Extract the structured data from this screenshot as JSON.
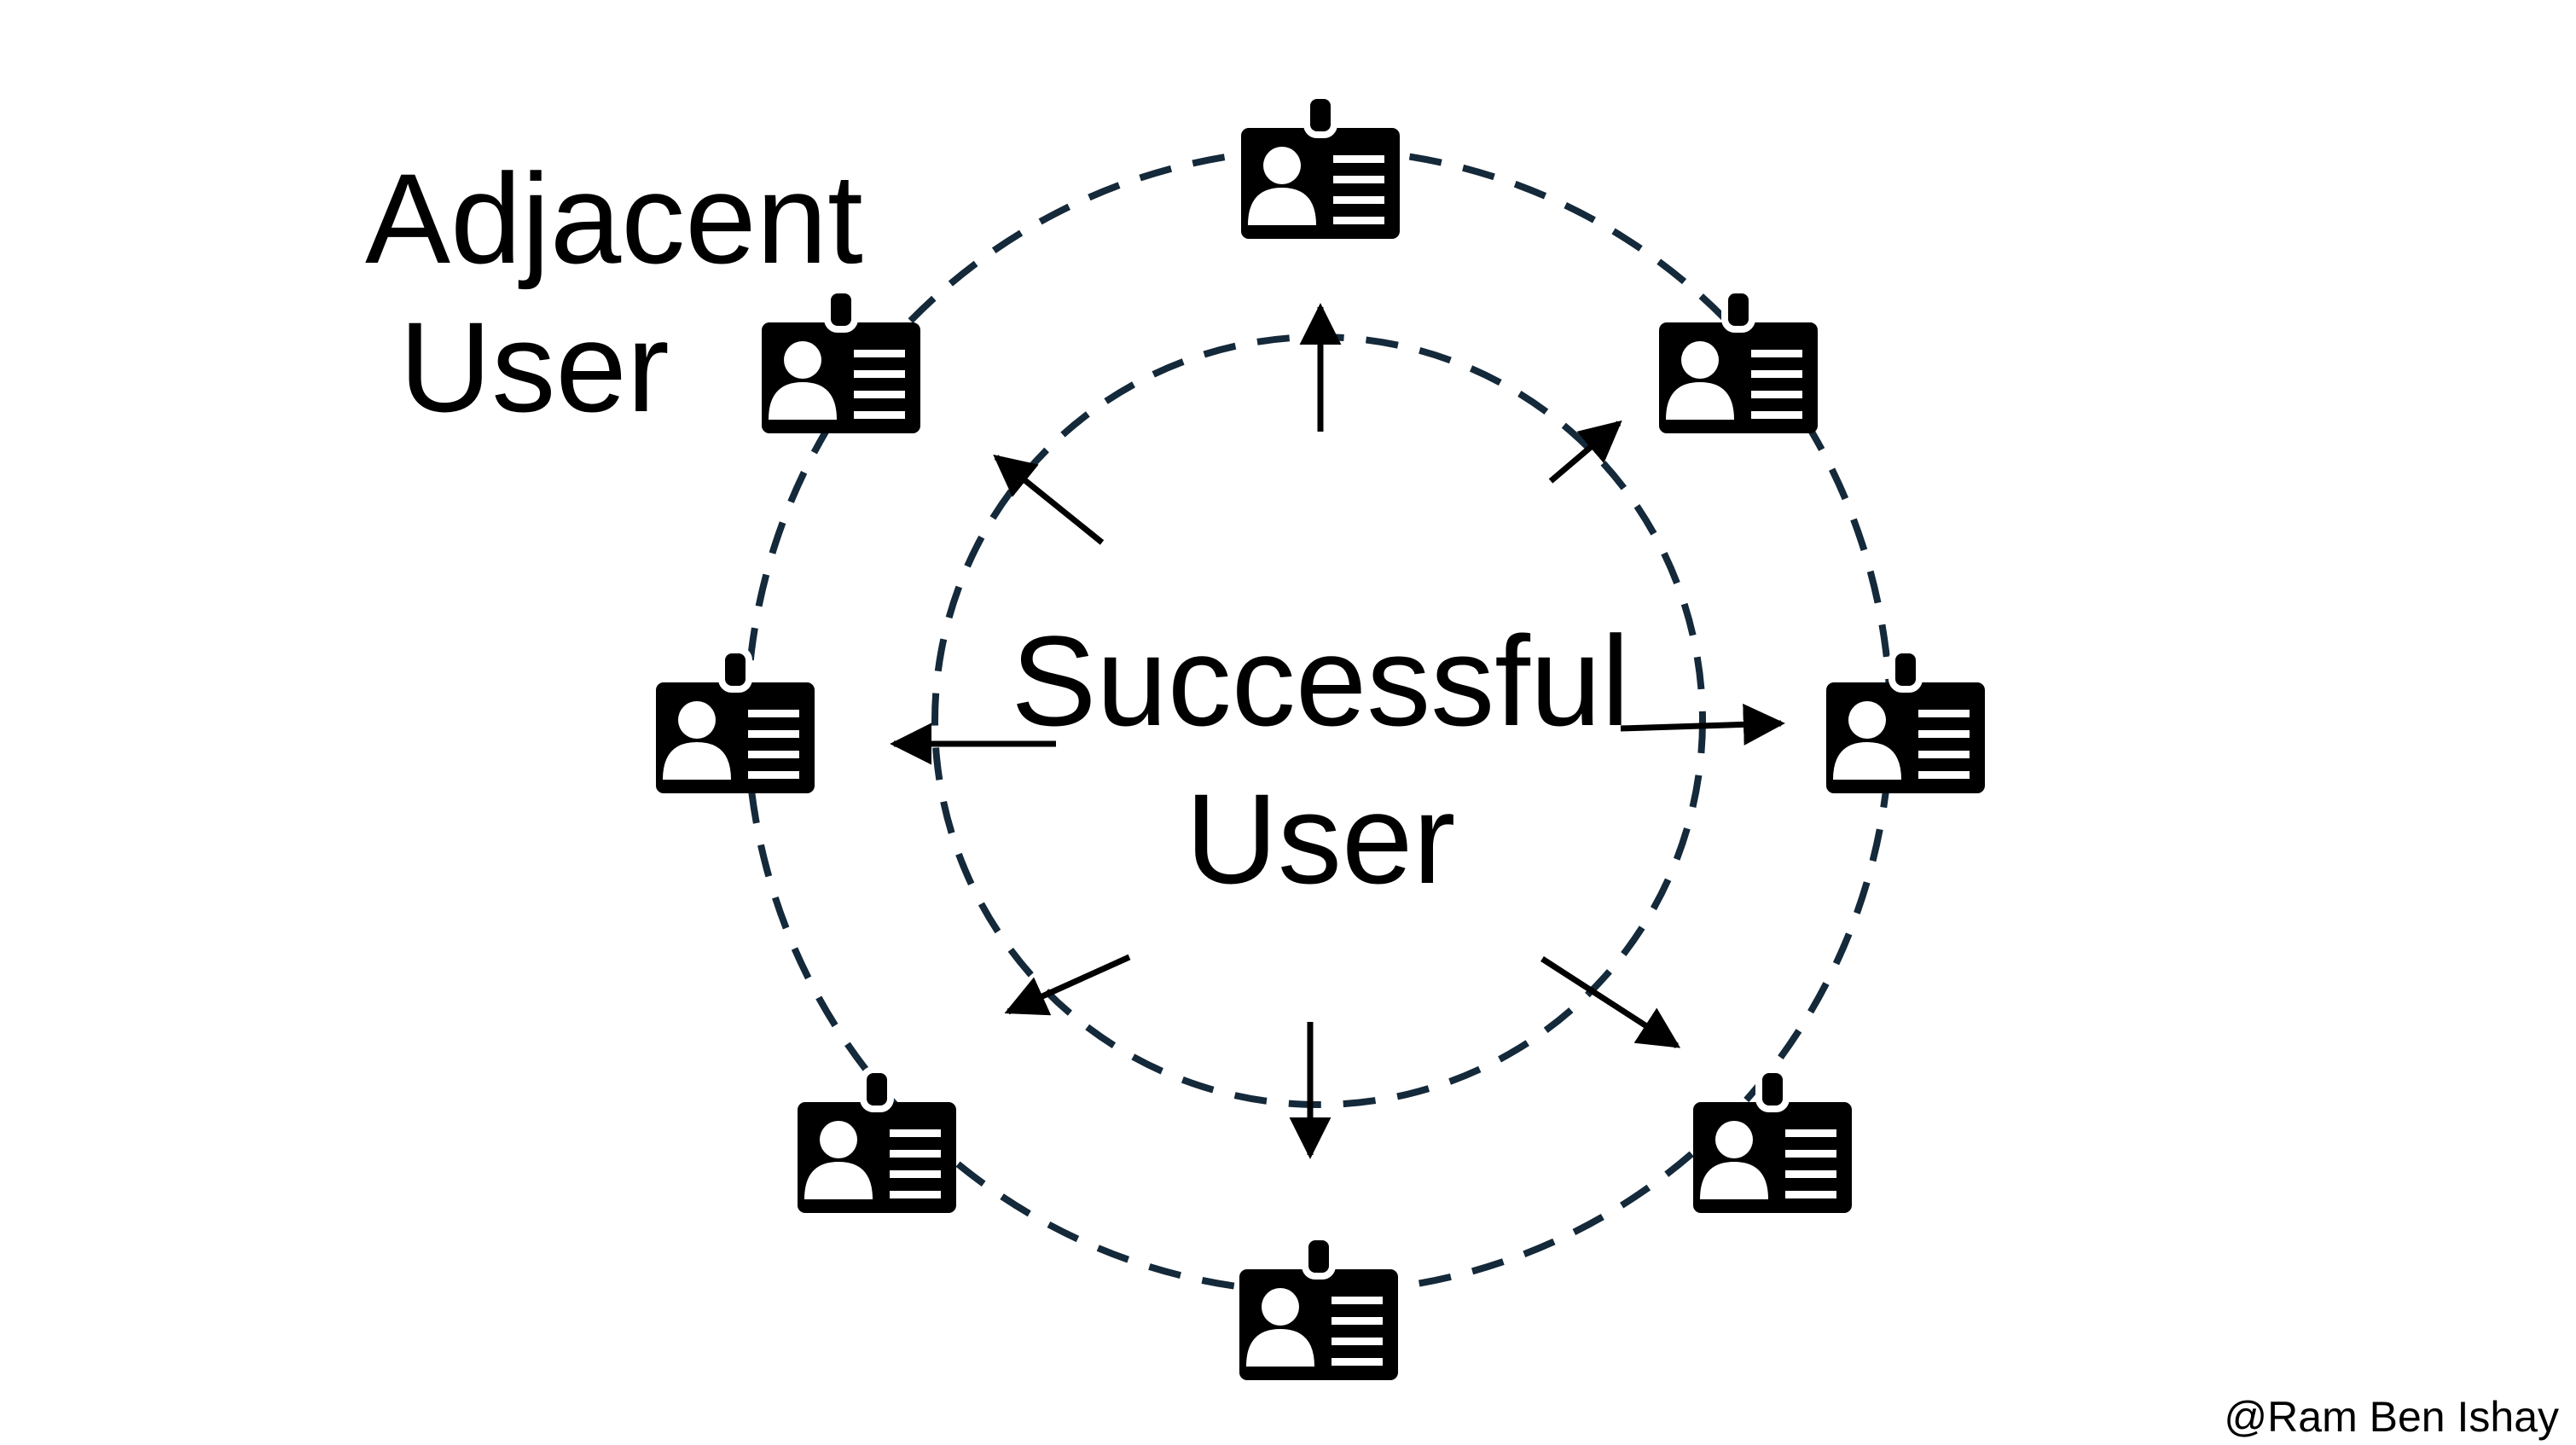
{
  "labels": {
    "adjacent_line1": "Adjacent",
    "adjacent_line2": "User",
    "center_line1": "Successful",
    "center_line2": "User",
    "credit": "@Ram Ben Ishay"
  },
  "icons": {
    "badge": "id-badge-icon",
    "count": 8
  },
  "colors": {
    "ring": "#14293a",
    "ink": "#000000",
    "background": "#ffffff"
  }
}
